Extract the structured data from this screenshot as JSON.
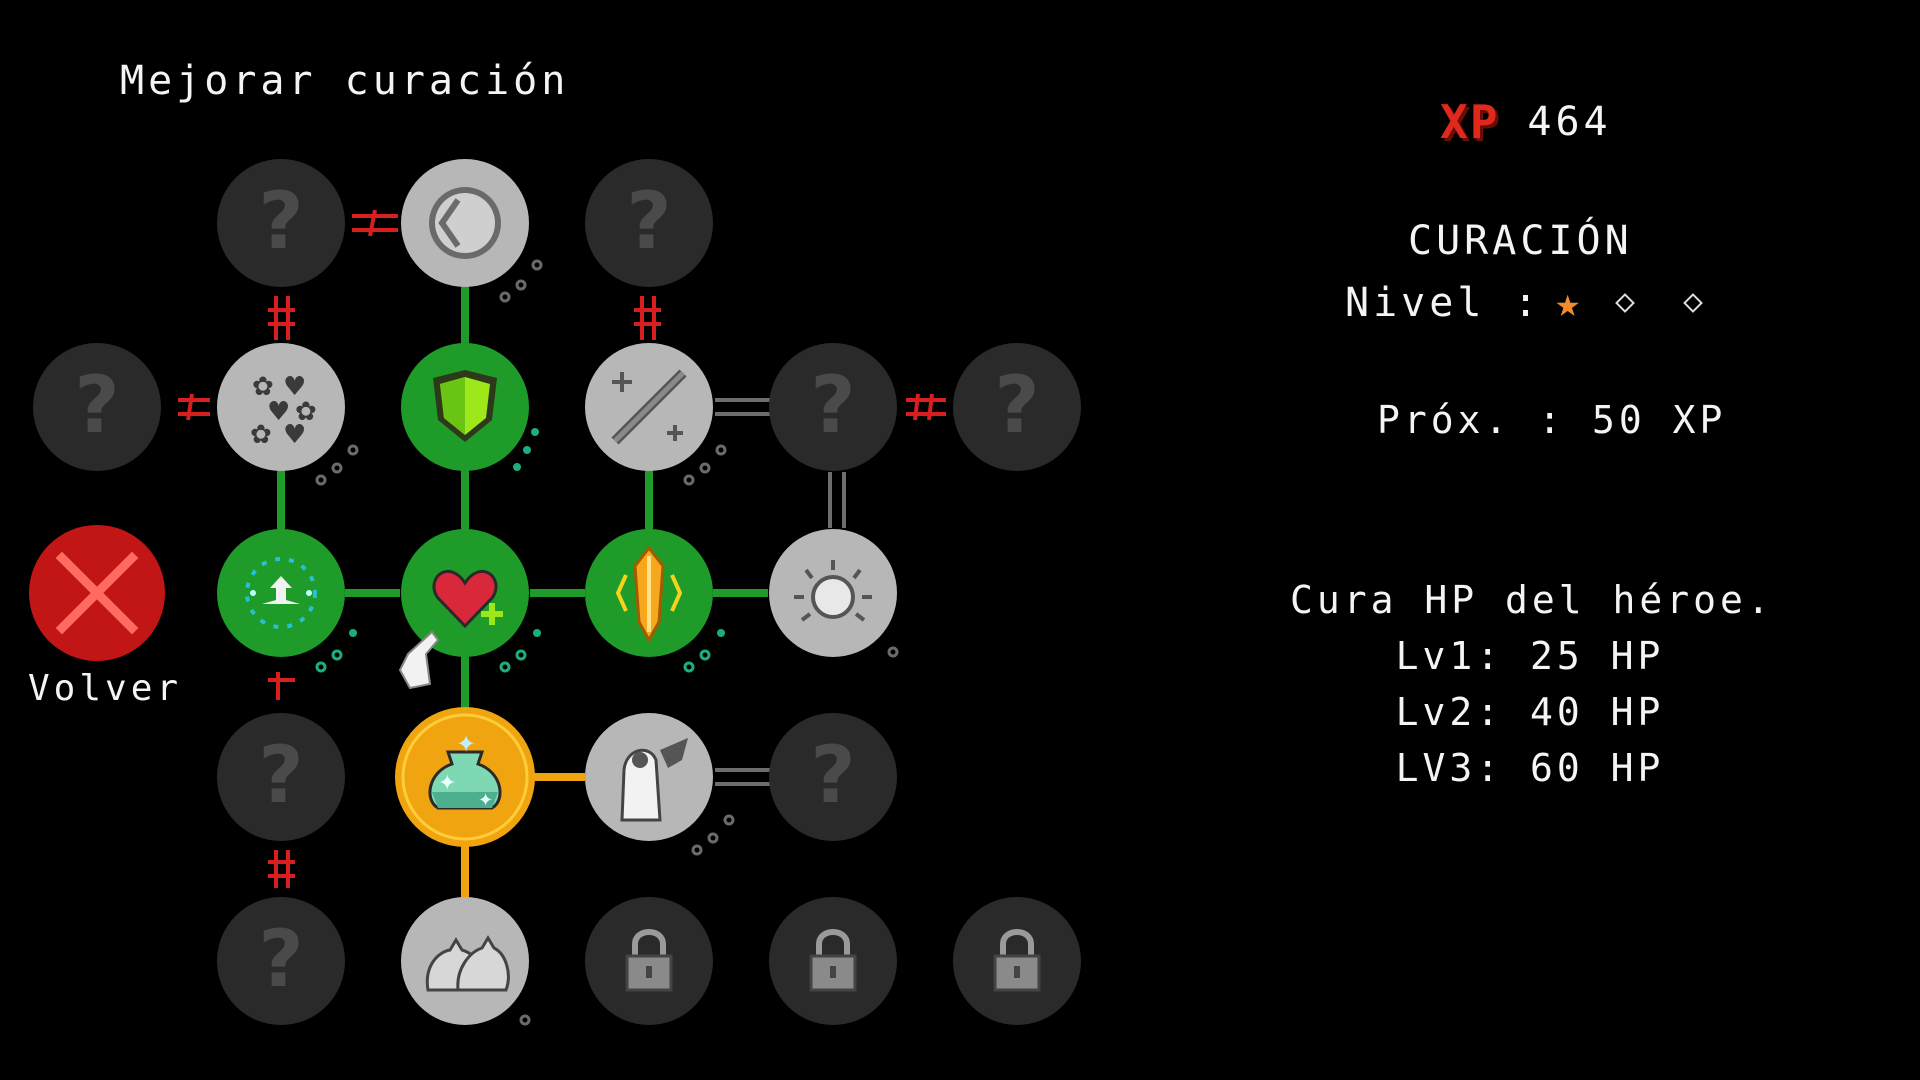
{
  "title": "Mejorar curación",
  "back_label": "Volver",
  "xp": {
    "label": "XP",
    "value": "464"
  },
  "skill": {
    "name": "CURACIÓN",
    "level_label": "Nivel :",
    "level_current": 1,
    "level_max": 3,
    "next_cost": "Próx. : 50 XP",
    "description": [
      "Cura HP del héroe.",
      "Lv1: 25 HP",
      "Lv2: 40 HP",
      "LV3: 60 HP"
    ]
  },
  "colors": {
    "unlocked": "#1f9b2a",
    "selected": "#f0a410",
    "available": "#b7b7b7",
    "unknown": "#2a2a2a",
    "back": "#c21515",
    "xp": "#e0281c"
  },
  "nodes": [
    {
      "id": "n-0-0",
      "state": "unknown",
      "icon": "question-icon"
    },
    {
      "id": "n-0-1",
      "state": "available",
      "icon": "moon-orb-icon"
    },
    {
      "id": "n-0-2",
      "state": "unknown",
      "icon": "question-icon"
    },
    {
      "id": "n-1-m",
      "state": "unknown",
      "icon": "question-icon"
    },
    {
      "id": "n-1-0",
      "state": "available",
      "icon": "hearts-icon"
    },
    {
      "id": "n-1-1",
      "state": "unlocked",
      "icon": "shield-icon"
    },
    {
      "id": "n-1-2",
      "state": "available",
      "icon": "sword-icon"
    },
    {
      "id": "n-1-3",
      "state": "unknown",
      "icon": "question-icon"
    },
    {
      "id": "n-1-4",
      "state": "unknown",
      "icon": "question-icon"
    },
    {
      "id": "n-2-0",
      "state": "unlocked",
      "icon": "aura-icon"
    },
    {
      "id": "n-2-1",
      "state": "unlocked",
      "icon": "heart-plus-icon"
    },
    {
      "id": "n-2-2",
      "state": "unlocked",
      "icon": "crystal-icon"
    },
    {
      "id": "n-2-3",
      "state": "available",
      "icon": "radiant-orb-icon"
    },
    {
      "id": "n-3-0",
      "state": "unknown",
      "icon": "question-icon"
    },
    {
      "id": "n-3-1",
      "state": "selected",
      "icon": "potion-bag-icon"
    },
    {
      "id": "n-3-2",
      "state": "available",
      "icon": "ghost-icon"
    },
    {
      "id": "n-3-3",
      "state": "unknown",
      "icon": "question-icon"
    },
    {
      "id": "n-4-0",
      "state": "unknown",
      "icon": "question-icon"
    },
    {
      "id": "n-4-1",
      "state": "available",
      "icon": "sacks-icon"
    },
    {
      "id": "n-4-2",
      "state": "locked",
      "icon": "lock-icon"
    },
    {
      "id": "n-4-3",
      "state": "locked",
      "icon": "lock-icon"
    },
    {
      "id": "n-4-4",
      "state": "locked",
      "icon": "lock-icon"
    }
  ]
}
